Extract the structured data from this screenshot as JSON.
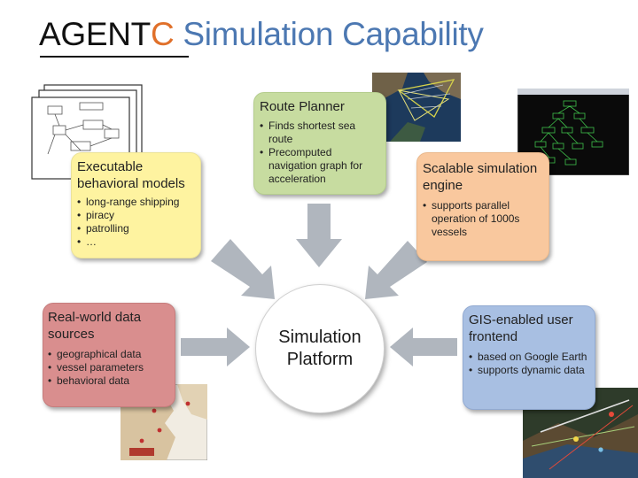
{
  "title": {
    "part1": "AGENT",
    "part2": "C",
    "part3": " Simulation Capability"
  },
  "boxes": {
    "executable": {
      "heading": "Executable behavioral models",
      "bullets": [
        "long-range shipping",
        "piracy",
        "patrolling",
        "…"
      ]
    },
    "route": {
      "heading": "Route Planner",
      "bullets": [
        "Finds shortest sea route",
        "Precomputed navigation graph for acceleration"
      ]
    },
    "scalable": {
      "heading": "Scalable simulation engine",
      "bullets": [
        "supports parallel operation of 1000s vessels"
      ]
    },
    "realworld": {
      "heading": "Real-world data sources",
      "bullets": [
        "geographical data",
        "vessel parameters",
        "behavioral data"
      ]
    },
    "gis": {
      "heading": "GIS-enabled user frontend",
      "bullets": [
        "based on Google Earth",
        "supports dynamic data"
      ]
    },
    "platform": {
      "label": "Simulation\nPlatform"
    }
  },
  "colors": {
    "yellow": "#fef3a0",
    "green": "#c7dca0",
    "orange": "#f9c89e",
    "red": "#d98e8e",
    "blue": "#a8bfe2",
    "arrow": "#b0b6be",
    "title_accent": "#e0702a",
    "title_blue": "#4c78b2"
  }
}
